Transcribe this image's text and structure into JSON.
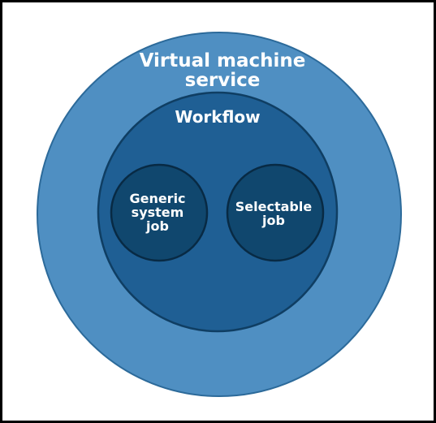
{
  "diagram": {
    "colors": {
      "outer_fill": "#4f8fc2",
      "outer_stroke": "#2c6a9a",
      "middle_fill": "#1f5f94",
      "middle_stroke": "#0f3e63",
      "inner_fill": "#10476e",
      "inner_stroke": "#082a44",
      "text": "#ffffff",
      "frame": "#000000"
    },
    "outer": {
      "label_line1": "Virtual machine",
      "label_line2": "service"
    },
    "middle": {
      "label": "Workflow"
    },
    "inner_left": {
      "label_line1": "Generic",
      "label_line2": "system",
      "label_line3": "job"
    },
    "inner_right": {
      "label_line1": "Selectable",
      "label_line2": "job"
    }
  }
}
